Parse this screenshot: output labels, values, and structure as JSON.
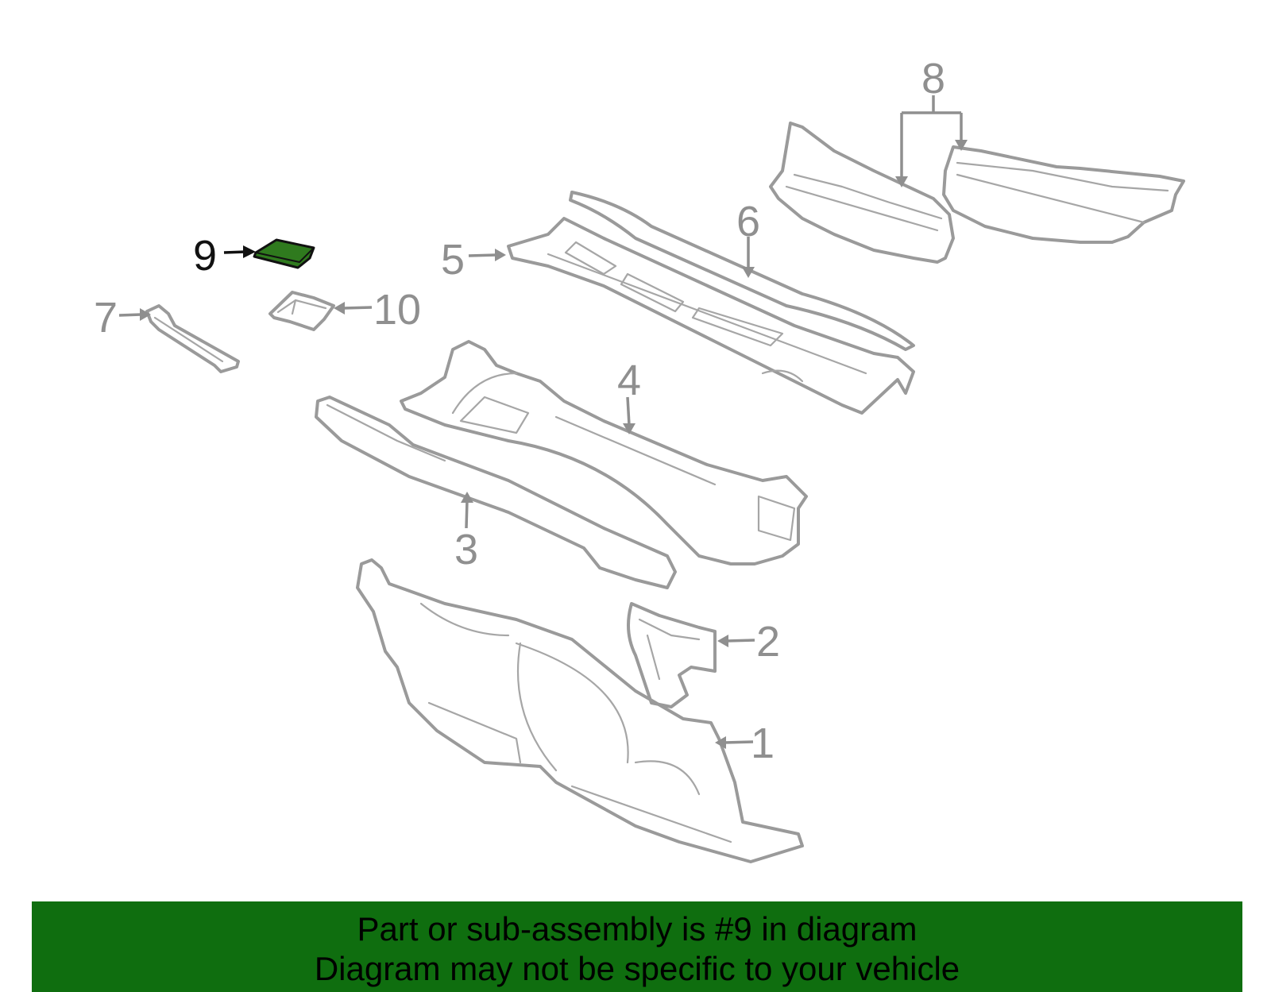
{
  "callouts": [
    {
      "id": "1",
      "label": "1"
    },
    {
      "id": "2",
      "label": "2"
    },
    {
      "id": "3",
      "label": "3"
    },
    {
      "id": "4",
      "label": "4"
    },
    {
      "id": "5",
      "label": "5"
    },
    {
      "id": "6",
      "label": "6"
    },
    {
      "id": "7",
      "label": "7"
    },
    {
      "id": "8",
      "label": "8"
    },
    {
      "id": "9",
      "label": "9",
      "highlighted": true
    },
    {
      "id": "10",
      "label": "10"
    }
  ],
  "banner": {
    "line1": "Part or sub-assembly is #9 in diagram",
    "line2": "Diagram may not be specific to your vehicle"
  },
  "colors": {
    "highlight_fill": "#2f7a1e",
    "banner_background": "#0f6e0f",
    "part_outline": "#9a9a9a",
    "highlight_label": "#111111"
  }
}
